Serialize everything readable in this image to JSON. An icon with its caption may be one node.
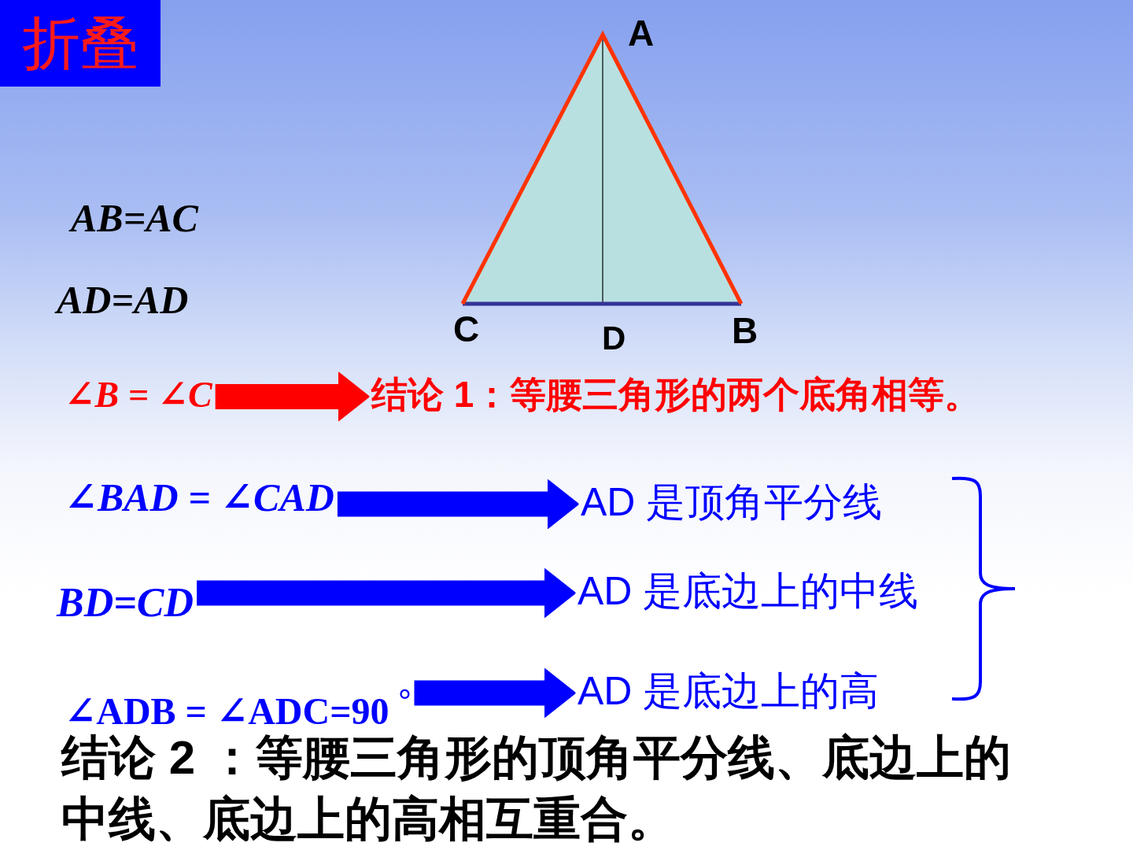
{
  "diagram": {
    "title": "折叠",
    "nodes": [
      {
        "text": [
          "∠B = ∠C"
        ]
      },
      {
        "text": [
          "结论 1：等腰三角形的两个底角相等。"
        ]
      },
      {
        "text": [
          "∠BAD = ∠CAD"
        ]
      },
      {
        "text": [
          "AD 是顶角平分线"
        ]
      },
      {
        "text": [
          "BD=CD"
        ]
      },
      {
        "text": [
          "AD 是底边上的中线"
        ]
      },
      {
        "text": [
          "∠ADB = ∠ADC=90 $^{°}$"
        ]
      },
      {
        "text": [
          "AD 是底边上的高"
        ]
      }
    ],
    "edges": [
      {
        "from": 0,
        "to": 1,
        "arrow": "to",
        "color": "#ff0000"
      },
      {
        "from": 2,
        "to": 3,
        "arrow": "to"
      },
      {
        "from": 4,
        "to": 5,
        "arrow": "to"
      },
      {
        "from": 6,
        "to": 7,
        "arrow": "to"
      }
    ],
    "labels": [
      "A",
      "AB=AC",
      "AD=AD",
      "C",
      "D",
      "B",
      "结论 2 ：等腰三角形的顶角平分线、底边上的中线、底边上的高相互重合。"
    ]
  }
}
